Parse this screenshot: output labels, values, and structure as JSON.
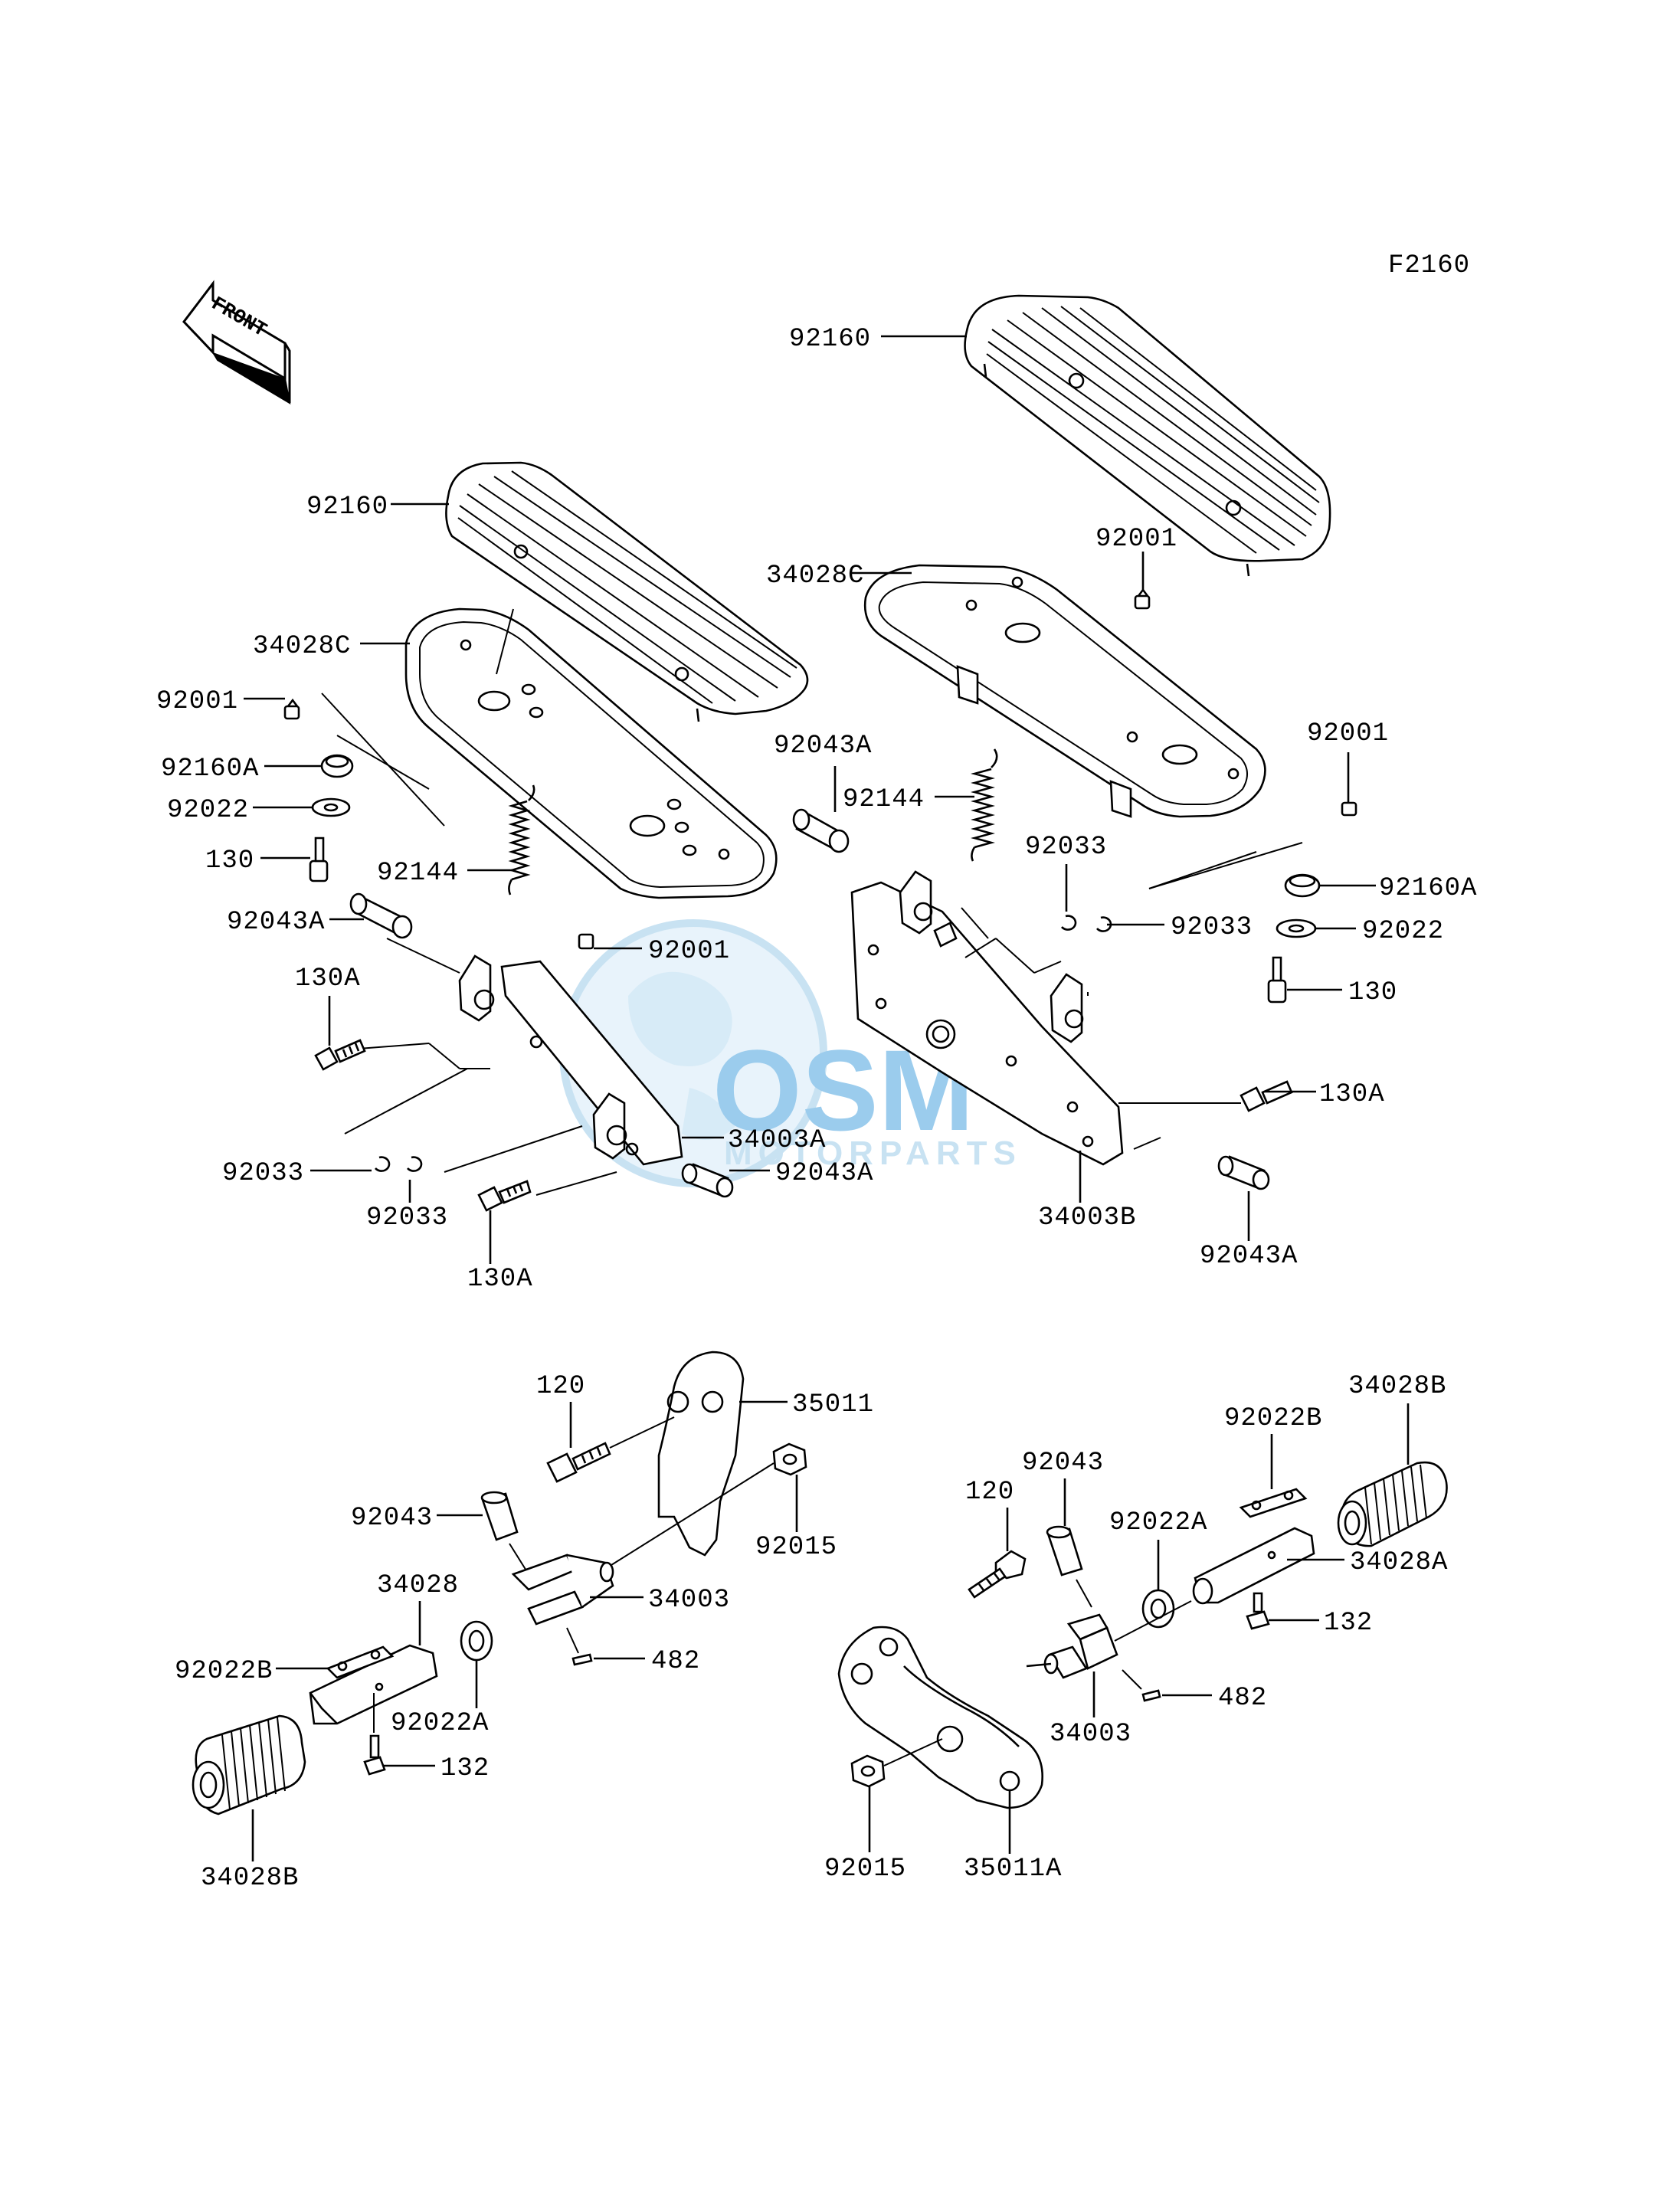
{
  "figure_code": "F2160",
  "orientation_label": "FRONT",
  "watermark": {
    "brand": "OSM",
    "sub": "MOTORPARTS",
    "color_primary": "#4aa3df",
    "color_secondary": "#9ccbe9"
  },
  "callouts": {
    "floorboard_mat_right": "92160",
    "floorboard_mat_left": "92160",
    "floorboard_right": "34028C",
    "floorboard_left": "34028C",
    "stopper_right_top": "92001",
    "stopper_right_side": "92001",
    "stopper_left_top": "92001",
    "stopper_left_bottom": "92001",
    "damper_left": "92160A",
    "damper_right": "92160A",
    "washer_left": "92022",
    "washer_right": "92022",
    "bolt_left": "130",
    "bolt_right": "130",
    "pin_left_upper": "92043A",
    "pin_left_lower": "92043A",
    "pin_right_upper": "92043A",
    "pin_right_lower": "92043A",
    "spring_left": "92144",
    "spring_right": "92144",
    "flange_bolt_left_upper": "130A",
    "flange_bolt_left_lower": "130A",
    "flange_bolt_right": "130A",
    "snap_ring_left_a": "92033",
    "snap_ring_left_b": "92033",
    "snap_ring_right_a": "92033",
    "snap_ring_right_b": "92033",
    "bracket_left": "34003A",
    "bracket_right": "34003B",
    "peg_bolt_left": "120",
    "peg_bolt_right": "120",
    "peg_bracket_left": "35011",
    "peg_bracket_right": "35011A",
    "peg_pin_left": "92043",
    "peg_pin_right": "92043",
    "peg_nut_left": "92015",
    "peg_nut_right": "92015",
    "peg_holder_left": "34003",
    "peg_holder_right": "34003",
    "cotter_pin_left": "482",
    "cotter_pin_right": "482",
    "peg_left": "34028",
    "peg_right": "34028A",
    "plate_left": "92022B",
    "plate_right": "92022B",
    "washer_a_left": "92022A",
    "washer_a_right": "92022A",
    "screw_left": "132",
    "screw_right": "132",
    "rubber_left": "34028B",
    "rubber_right": "34028B"
  }
}
